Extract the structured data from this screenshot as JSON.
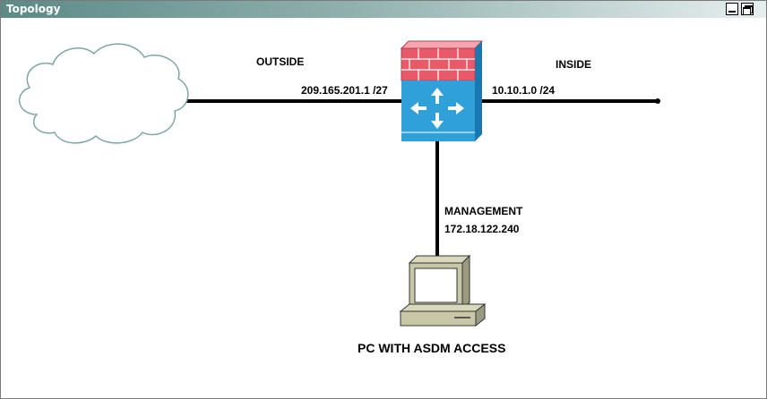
{
  "window": {
    "title": "Topology"
  },
  "labels": {
    "outside": "OUTSIDE",
    "outside_ip": "209.165.201.1 /27",
    "inside": "INSIDE",
    "inside_ip": "10.10.1.0 /24",
    "management": "MANAGEMENT",
    "management_ip": "172.18.122.240",
    "pc": "PC WITH ASDM ACCESS"
  },
  "icons": {
    "cloud": "cloud-icon",
    "firewall": "firewall-icon",
    "pc": "pc-icon"
  },
  "colors": {
    "firewall_brick": "#e85a6a",
    "firewall_body": "#2fa0d8",
    "link": "#000000"
  }
}
